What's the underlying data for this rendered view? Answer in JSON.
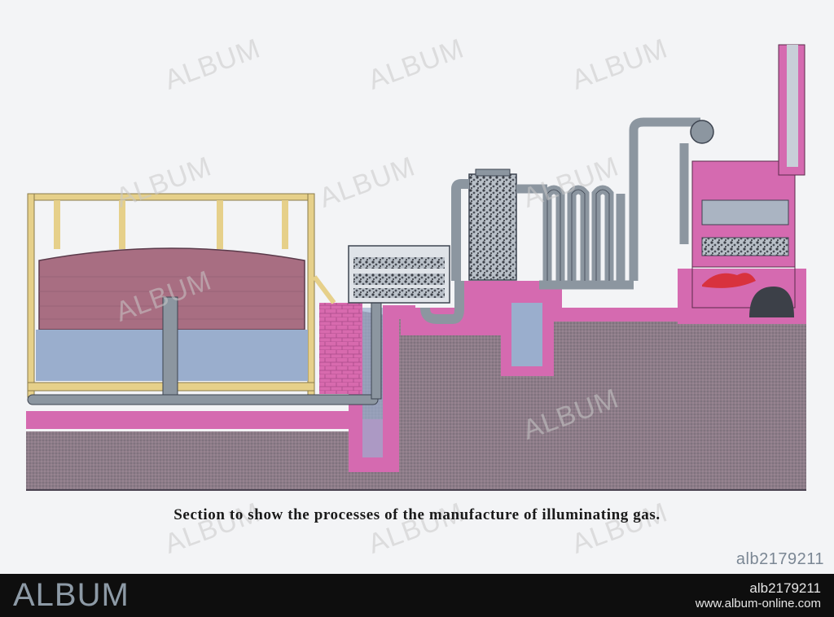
{
  "caption": "Section to show the processes of the manufacture of illuminating gas.",
  "stock_id": "alb2179211",
  "watermark_text": "ALBUM",
  "footer": {
    "logo": "ALBUM",
    "image_id": "alb2179211",
    "url": "www.album-online.com"
  },
  "colors": {
    "ground": "#8a7a84",
    "masonry_pink": "#d56ab0",
    "gasholder_fill": "#a86e82",
    "water_blue": "#9aaecd",
    "frame_tan": "#e6d08a",
    "metal_grey": "#8c96a0",
    "footer_bg": "#0e0e0e"
  }
}
